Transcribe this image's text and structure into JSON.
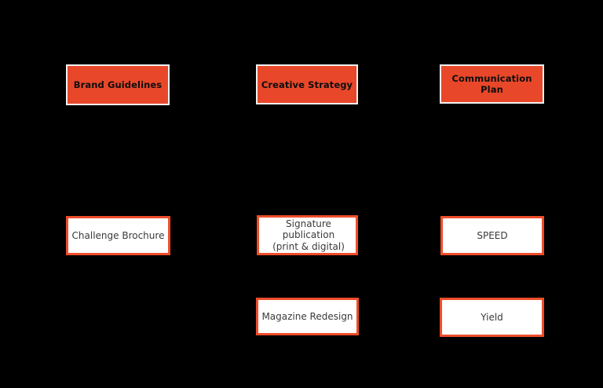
{
  "diagram": {
    "background_color": "#000000",
    "accent_color": "#ef4d2b",
    "header_fill_color": "#e8472a",
    "header_border_color": "#f2f2f2",
    "header_text_color": "#0d0d0d",
    "item_fill_color": "#ffffff",
    "item_text_color": "#3a3a3a",
    "columns": [
      {
        "header": {
          "label": "Brand Guidelines"
        },
        "items": [
          {
            "label": "Challenge Brochure"
          }
        ]
      },
      {
        "header": {
          "label": "Creative Strategy"
        },
        "items": [
          {
            "label": "Signature publication\n(print & digital)"
          },
          {
            "label": "Magazine Redesign"
          }
        ]
      },
      {
        "header": {
          "label": "Communication Plan"
        },
        "items": [
          {
            "label": "SPEED"
          },
          {
            "label": "Yield"
          }
        ]
      }
    ]
  }
}
